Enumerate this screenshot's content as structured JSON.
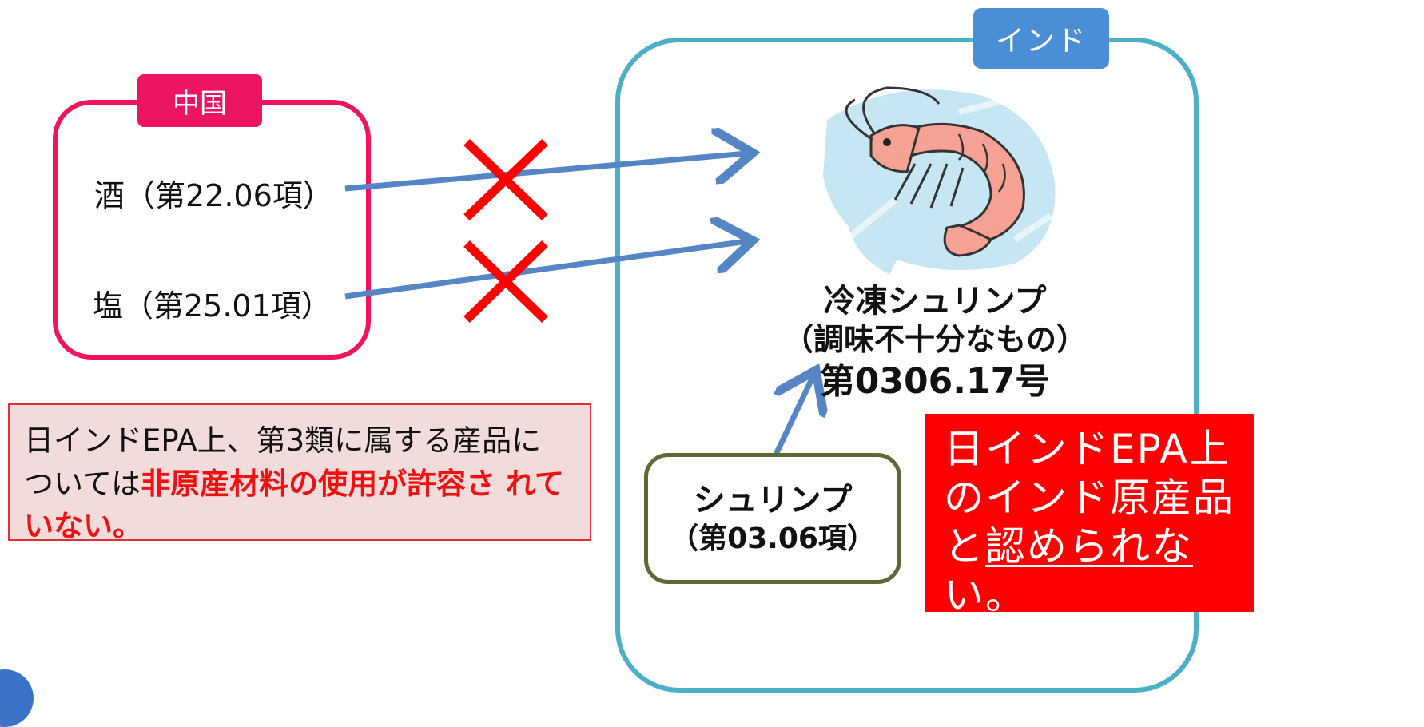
{
  "china": {
    "tag": "中国",
    "items": [
      {
        "label": "酒（第22.06項）"
      },
      {
        "label": "塩（第25.01項）"
      }
    ]
  },
  "india": {
    "tag": "インド",
    "product": {
      "line1": "冷凍シュリンプ",
      "line2": "（調味不十分なもの）",
      "line3": "第0306.17号"
    },
    "material": {
      "line1": "シュリンプ",
      "line2": "（第03.06項）"
    }
  },
  "conclusion": {
    "line1": "日インドEPA上",
    "line2": "のインド原産品",
    "line3_prefix": "と",
    "line3_underlined": "認められない。"
  },
  "note": {
    "part1": "日インドEPA上、第3類に属する産品に",
    "part2": "ついては",
    "highlight": "非原産材料の使用が許容さ れていない。"
  },
  "colors": {
    "china": "#f0145d",
    "india": "#4bafc6",
    "india_tag": "#4a8fd6",
    "arrow": "#5585c5",
    "cross": "#ff0000",
    "conclusion_bg": "#ff0000",
    "note_bg": "#f2dcdb"
  },
  "icons": {
    "shrimp": "shrimp-illustration",
    "cross": "x-mark-icon"
  }
}
